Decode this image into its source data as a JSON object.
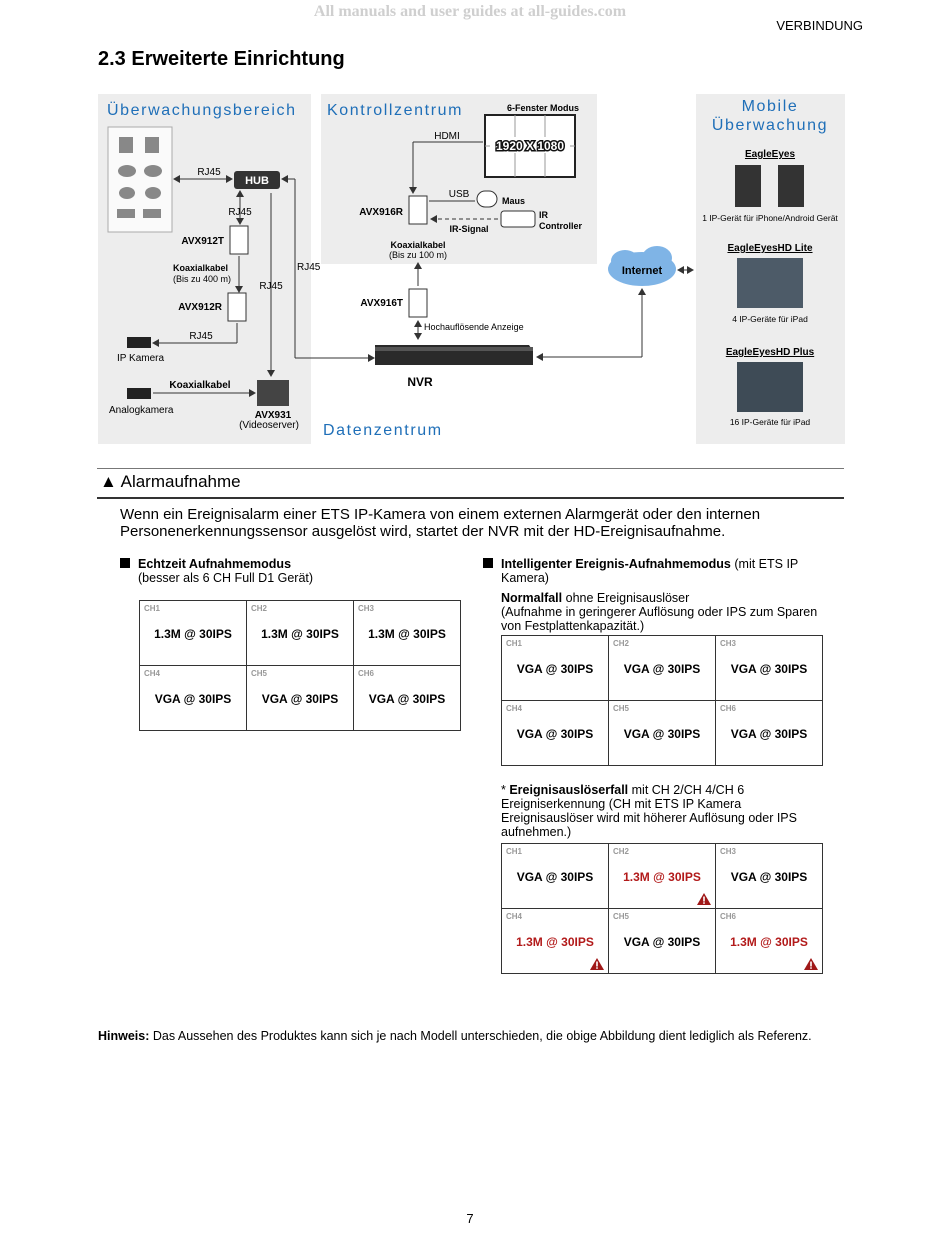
{
  "watermark": "All manuals and user guides at all-guides.com",
  "section_header": "VERBINDUNG",
  "heading": "2.3 Erweiterte Einrichtung",
  "diagram": {
    "panel_surveillance": "Überwachungsbereich",
    "panel_control": "Kontrollzentrum",
    "panel_data": "Datenzentrum",
    "panel_mobile_1": "Mobile",
    "panel_mobile_2": "Überwachung",
    "six_window": "6-Fenster Modus",
    "resolution": "1920 X 1080",
    "hdmi": "HDMI",
    "usb": "USB",
    "maus": "Maus",
    "ir_signal": "IR-Signal",
    "ir_controller_1": "IR",
    "ir_controller_2": "Controller",
    "avx916r": "AVX916R",
    "koax_100_1": "Koaxialkabel",
    "koax_100_2": "(Bis zu 100 m)",
    "avx916t": "AVX916T",
    "hd_display": "Hochauflösende Anzeige",
    "nvr": "NVR",
    "internet": "Internet",
    "rj45": "RJ45",
    "hub": "HUB",
    "avx912t": "AVX912T",
    "koax_400_1": "Koaxialkabel",
    "koax_400_2": "(Bis zu 400 m)",
    "avx912r": "AVX912R",
    "ip_camera": "IP Kamera",
    "koaxialkabel": "Koaxialkabel",
    "analog_camera": "Analogkamera",
    "avx931": "AVX931",
    "videoserver": "(Videoserver)",
    "eagleeyes": "EagleEyes",
    "eagleeyes_desc": "1 IP-Gerät für iPhone/Android Gerät",
    "eagleeyes_lite": "EagleEyesHD Lite",
    "eagleeyes_lite_desc": "4 IP-Geräte für iPad",
    "eagleeyes_plus": "EagleEyesHD Plus",
    "eagleeyes_plus_desc": "16 IP-Geräte für iPad"
  },
  "alarm_heading": "▲ Alarmaufnahme",
  "alarm_paragraph": "Wenn ein Ereignisalarm einer ETS IP-Kamera von einem externen Alarmgerät oder den internen Personenerkennungssensor ausgelöst wird, startet der NVR mit der HD-Ereignisaufnahme.",
  "left_mode": {
    "title": "Echtzeit Aufnahmemodus",
    "subtitle": "(besser als 6 CH Full D1 Gerät)",
    "cells": [
      {
        "ch": "CH1",
        "val": "1.3M @ 30IPS",
        "red": false
      },
      {
        "ch": "CH2",
        "val": "1.3M @ 30IPS",
        "red": false
      },
      {
        "ch": "CH3",
        "val": "1.3M @ 30IPS",
        "red": false
      },
      {
        "ch": "CH4",
        "val": "VGA @ 30IPS",
        "red": false
      },
      {
        "ch": "CH5",
        "val": "VGA @ 30IPS",
        "red": false
      },
      {
        "ch": "CH6",
        "val": "VGA @ 30IPS",
        "red": false
      }
    ]
  },
  "right_mode": {
    "title": "Intelligenter Ereignis-Aufnahmemodus",
    "title_suffix": " (mit ETS IP",
    "title_line2": "Kamera)",
    "normal_bold": "Normalfall",
    "normal_rest": " ohne Ereignisauslöser",
    "normal_desc": "(Aufnahme in geringerer Auflösung oder IPS zum Sparen von Festplattenkapazität.)",
    "normal_cells": [
      {
        "ch": "CH1",
        "val": "VGA @ 30IPS",
        "red": false
      },
      {
        "ch": "CH2",
        "val": "VGA @ 30IPS",
        "red": false
      },
      {
        "ch": "CH3",
        "val": "VGA @ 30IPS",
        "red": false
      },
      {
        "ch": "CH4",
        "val": "VGA @ 30IPS",
        "red": false
      },
      {
        "ch": "CH5",
        "val": "VGA @ 30IPS",
        "red": false
      },
      {
        "ch": "CH6",
        "val": "VGA @ 30IPS",
        "red": false
      }
    ],
    "event_star": "* ",
    "event_bold": "Ereignisauslöserfall",
    "event_rest": " mit CH 2/CH 4/CH 6",
    "event_desc": "Ereigniserkennung (CH mit ETS IP Kamera Ereignisauslöser wird mit höherer Auflösung oder IPS aufnehmen.)",
    "event_cells": [
      {
        "ch": "CH1",
        "val": "VGA @ 30IPS",
        "red": false
      },
      {
        "ch": "CH2",
        "val": "1.3M @ 30IPS",
        "red": true
      },
      {
        "ch": "CH3",
        "val": "VGA @ 30IPS",
        "red": false
      },
      {
        "ch": "CH4",
        "val": "1.3M @ 30IPS",
        "red": true
      },
      {
        "ch": "CH5",
        "val": "VGA @ 30IPS",
        "red": false
      },
      {
        "ch": "CH6",
        "val": "1.3M @ 30IPS",
        "red": true
      }
    ]
  },
  "hint_bold": "Hinweis:",
  "hint_text": " Das Aussehen des Produktes kann sich je nach Modell unterschieden, die obige Abbildung dient lediglich als Referenz.",
  "page_number": "7"
}
